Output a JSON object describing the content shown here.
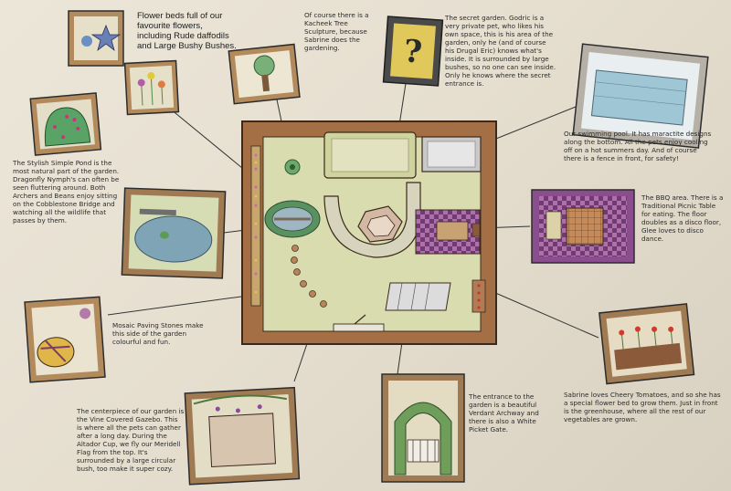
{
  "captions": {
    "flower_beds": "Flower beds full of our favourite flowers, including Rude daffodils and Large Bushy Bushes.",
    "tree": "Of course there is a Kacheek Tree Sculpture, because Sabrine does the gardening.",
    "secret_garden": "The secret garden. Godric is a very private pet, who likes his own space, this is his area of the garden, only he (and of course his Drugal Eric) knows what's inside. It is surrounded by large bushes, so no one can see inside. Only he knows where the secret entrance is.",
    "pool": "Our swimming pool. It has maractite designs along the bottom. All the pets enjoy cooling off on a hot summers day. And of course there is a fence in front, for safety!",
    "pond": "The Stylish Simple Pond is the most natural part of the garden. Dragonfly Nymph's can often be seen fluttering around. Both Archers and Beans enjoy sitting on the Cobblestone Bridge and watching all the wildlife that passes by them.",
    "bbq": "The BBQ area. There is a Traditional Picnic Table for eating. The floor doubles as a disco floor, Glee loves to disco dance.",
    "paving": "Mosaic Paving Stones make this side of the garden colourful and fun.",
    "gazebo": "The centerpiece of our garden is the Vine Covered Gazebo. This is where all the pets can gather after a long day. During the Altador Cup, we fly our Meridell Flag from the top. It's surrounded by a large circular bush, too make it super cozy.",
    "entrance": "The entrance to the garden is a beautiful Verdant Archway and there is also a White Picket Gate.",
    "tomatoes": "Sabrine loves Cheery Tomatoes, and so she has a special flower bed to grow them. Just in front is the greenhouse, where all the rest of our vegetables are grown."
  },
  "icons": [
    "flower-bed-icon",
    "bush-icon",
    "tree-sculpture-icon",
    "question-mark-icon",
    "swimming-pool-icon",
    "pond-icon",
    "bbq-area-icon",
    "mosaic-paving-icon",
    "gazebo-icon",
    "archway-icon",
    "tomato-bed-icon"
  ],
  "colors": {
    "paper": "#e9e3d5",
    "ink": "#2b2b2b",
    "soil": "#a56f45",
    "grass": "#d8dcae",
    "bush": "#4b8e5c",
    "water": "#9fb7c2",
    "disco": "#8a4e8e"
  }
}
